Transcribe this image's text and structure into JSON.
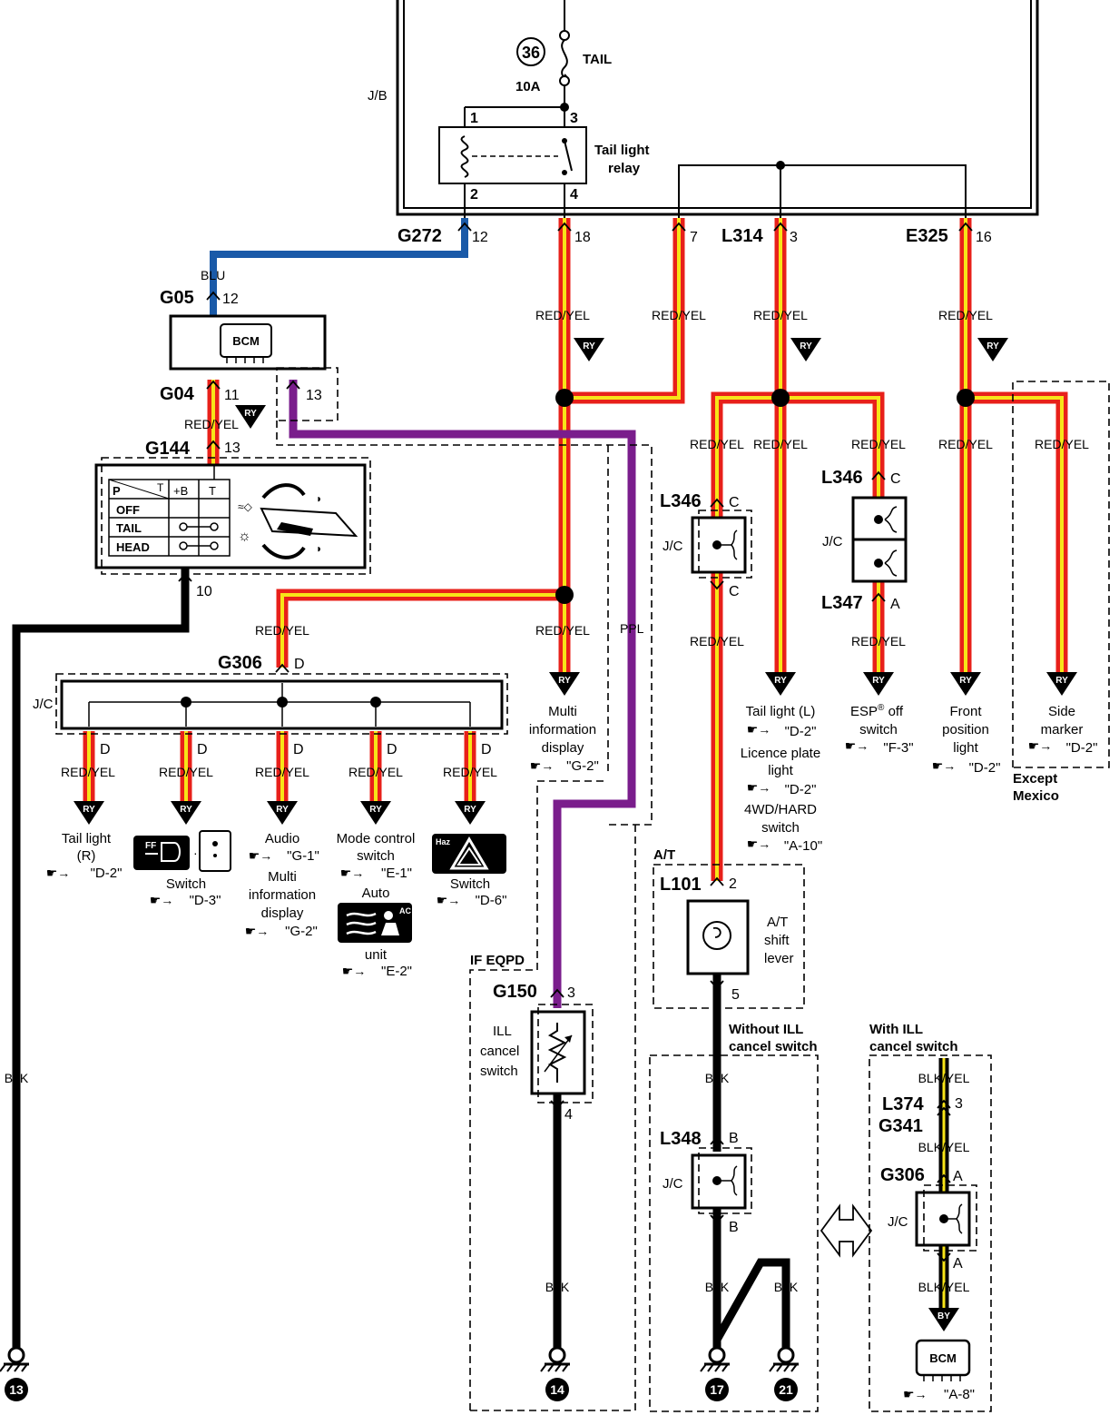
{
  "colors": {
    "red_yel_outer": "#e8201a",
    "red_yel_inner": "#f7e418",
    "blu": "#1a5aa8",
    "ppl": "#7a1d8c",
    "blk": "#000000",
    "blk_yel_inner": "#f7e418"
  },
  "fuse": {
    "number": "36",
    "name": "TAIL",
    "rating": "10A"
  },
  "jb": {
    "label": "J/B"
  },
  "relay": {
    "label_line1": "Tail light",
    "label_line2": "relay",
    "pin1": "1",
    "pin2": "2",
    "pin3": "3",
    "pin4": "4"
  },
  "connectors": {
    "g272": "G272",
    "g272_pin": "12",
    "pin18": "18",
    "pin7": "7",
    "l314": "L314",
    "l314_pin": "3",
    "e325": "E325",
    "e325_pin": "16",
    "g05": "G05",
    "g05_pin": "12",
    "g04": "G04",
    "g04_pin11": "11",
    "g04_pin13": "13",
    "g144": "G144",
    "g144_pin13": "13",
    "g144_pin10": "10",
    "g306": "G306",
    "g306_pin": "D",
    "l346a": "L346",
    "l346a_pin_top": "C",
    "l346a_pin_bot": "C",
    "l346b": "L346",
    "l346b_pin": "C",
    "l347": "L347",
    "l347_pin": "A",
    "l101": "L101",
    "l101_pin2": "2",
    "l101_pin5": "5",
    "g150": "G150",
    "g150_pin3": "3",
    "g150_pin4": "4",
    "l348": "L348",
    "l348_pin_top": "B",
    "l348_pin_bot": "B",
    "l374": "L374",
    "l374_pin": "3",
    "g341": "G341",
    "g306b": "G306",
    "g306b_pin_top": "A",
    "g306b_pin_bot": "A"
  },
  "wires": {
    "blu": "BLU",
    "red_yel": "RED/YEL",
    "ppl": "PPL",
    "blk": "BLK",
    "blk_yel": "BLK/YEL"
  },
  "badges": {
    "ry": "RY",
    "by": "BY"
  },
  "modules": {
    "bcm": "BCM",
    "jc": "J/C",
    "d": "D"
  },
  "switch_table": {
    "corner_p": "P",
    "corner_t": "T",
    "col_b": "+B",
    "col_t": "T",
    "rows": [
      "OFF",
      "TAIL",
      "HEAD"
    ]
  },
  "loads": {
    "tail_light_r": {
      "line1": "Tail light",
      "line2": "(R)",
      "ref": "\"D-2\""
    },
    "ff_switch": {
      "icon_text": "FF",
      "line1": "Switch",
      "ref": "\"D-3\""
    },
    "audio": {
      "line1": "Audio",
      "ref": "\"G-1\"",
      "line2": "Multi",
      "line3": "information",
      "line4": "display",
      "ref2": "\"G-2\""
    },
    "mode_control": {
      "line1": "Mode control",
      "line2": "switch",
      "ref": "\"E-1\"",
      "line3": "Auto",
      "icon_text": "AC",
      "line4": "unit",
      "ref2": "\"E-2\""
    },
    "haz_switch": {
      "icon_text": "Haz",
      "line1": "Switch",
      "ref": "\"D-6\""
    },
    "multi_info": {
      "line1": "Multi",
      "line2": "information",
      "line3": "display",
      "ref": "\"G-2\""
    },
    "tail_light_l": {
      "line1": "Tail light (L)",
      "ref": "\"D-2\"",
      "line2": "Licence plate",
      "line3": "light",
      "ref2": "\"D-2\"",
      "line4": "4WD/HARD",
      "line5": "switch",
      "ref3": "\"A-10\""
    },
    "esp_off": {
      "line1": "ESP",
      "sup": "®",
      "line1b": " off",
      "line2": "switch",
      "ref": "\"F-3\""
    },
    "front_position": {
      "line1": "Front",
      "line2": "position",
      "line3": "light",
      "ref": "\"D-2\""
    },
    "side_marker": {
      "line1": "Side",
      "line2": "marker",
      "ref": "\"D-2\""
    },
    "bcm_bottom": {
      "label": "BCM",
      "ref": "\"A-8\""
    }
  },
  "sections": {
    "except_mexico_line1": "Except",
    "except_mexico_line2": "Mexico",
    "at": "A/T",
    "at_shift_line1": "A/T",
    "at_shift_line2": "shift",
    "at_shift_line3": "lever",
    "if_eqpd": "IF EQPD",
    "ill_cancel_line1": "ILL",
    "ill_cancel_line2": "cancel",
    "ill_cancel_line3": "switch",
    "without_ill_line1": "Without ILL",
    "without_ill_line2": "cancel switch",
    "with_ill_line1": "With ILL",
    "with_ill_line2": "cancel switch"
  },
  "grounds": {
    "g13": "13",
    "g14": "14",
    "g17": "17",
    "g21": "21"
  }
}
